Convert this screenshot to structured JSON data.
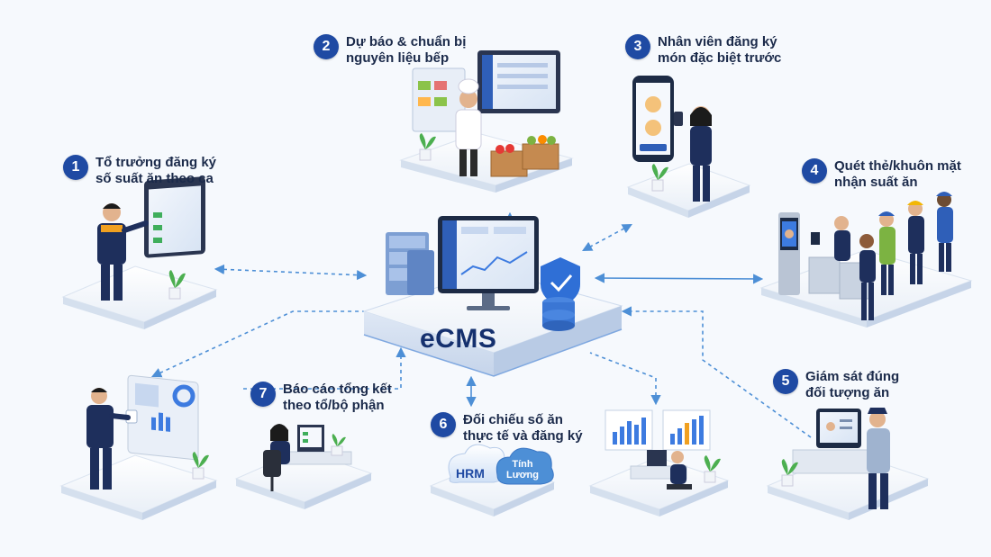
{
  "center": {
    "label": "eCMS"
  },
  "steps": [
    {
      "number": "1",
      "lines": [
        "Tổ trưởng đăng ký",
        "số suất ăn theo ca"
      ]
    },
    {
      "number": "2",
      "lines": [
        "Dự báo & chuẩn bị",
        "nguyên liệu bếp"
      ]
    },
    {
      "number": "3",
      "lines": [
        "Nhân viên đăng ký",
        "món đặc biệt trước"
      ]
    },
    {
      "number": "4",
      "lines": [
        "Quét thẻ/khuôn mặt",
        "nhận suất ăn"
      ]
    },
    {
      "number": "5",
      "lines": [
        "Giám sát đúng",
        "đối tượng ăn"
      ]
    },
    {
      "number": "6",
      "lines": [
        "Đối chiếu số ăn",
        "thực tế và đăng ký"
      ]
    },
    {
      "number": "7",
      "lines": [
        "Báo cáo tổng kết",
        "theo tổ/bộ phận"
      ]
    }
  ],
  "integrations": {
    "hrm": "HRM",
    "payroll_line1": "Tính",
    "payroll_line2": "Lương"
  },
  "colors": {
    "badge": "#1f4aa3",
    "arrow": "#4d8fd6",
    "platform": "#eaf0f8",
    "text": "#1b2a4a"
  }
}
